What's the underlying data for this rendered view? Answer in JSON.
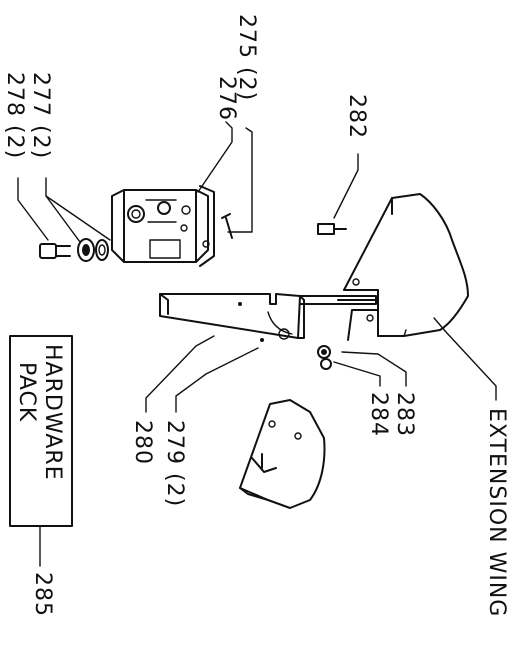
{
  "diagram": {
    "callouts": {
      "c275": "275 (2)",
      "c276": "276",
      "c277": "277 (2)",
      "c278": "278 (2)",
      "c279": "279 (2)",
      "c280": "280",
      "c282": "282",
      "c283": "283",
      "c284": "284",
      "c285": "285",
      "extension_wing": "EXTENSION WING"
    },
    "hardware_pack": {
      "line1": "HARDWARE",
      "line2": "PACK"
    }
  }
}
